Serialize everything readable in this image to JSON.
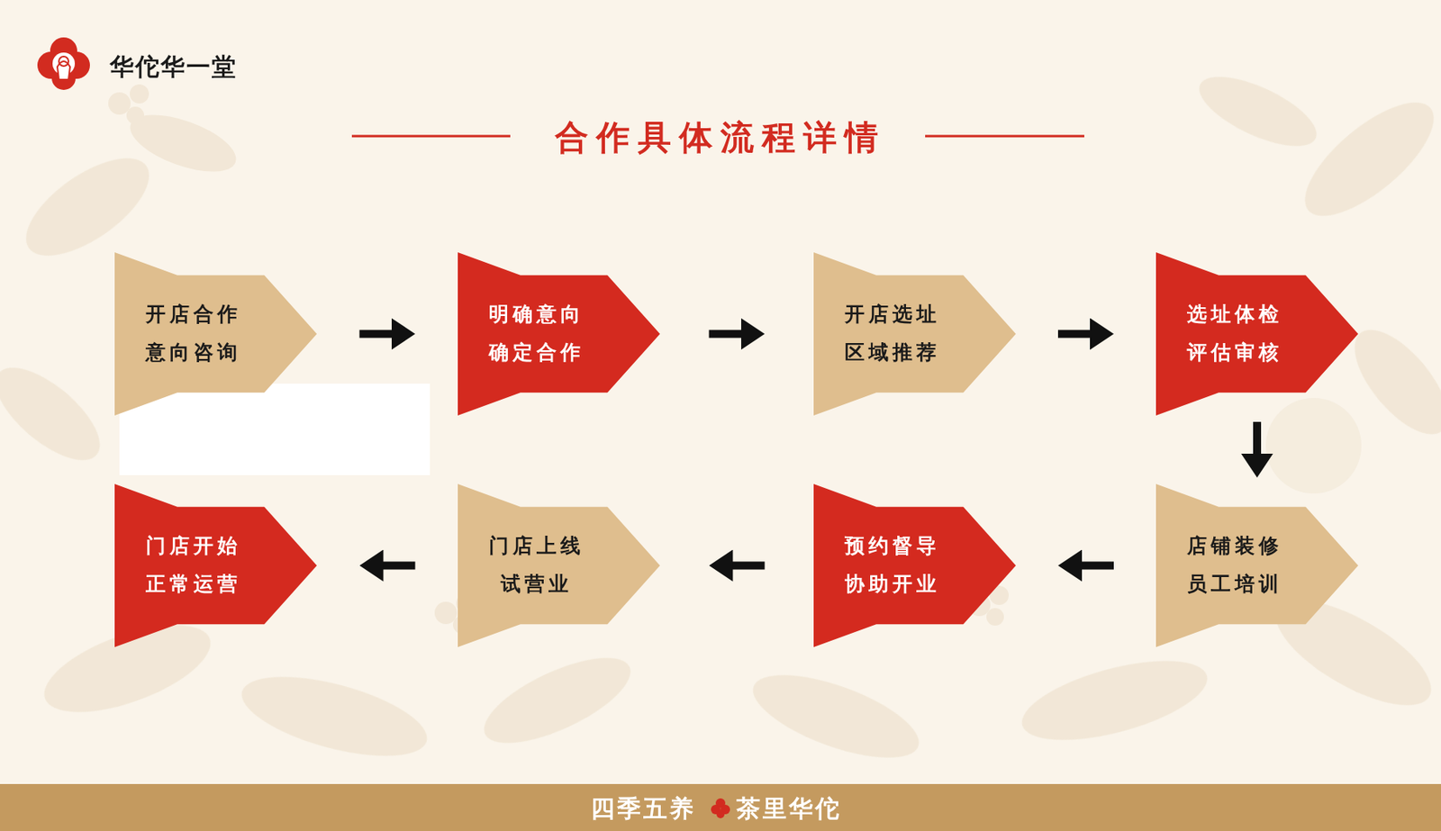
{
  "diagram": {
    "title": "合作具体流程详情",
    "nodes": [
      {
        "text": [
          "开店合作 意向咨询"
        ]
      },
      {
        "text": [
          "明确意向 确定合作"
        ]
      },
      {
        "text": [
          "开店选址 区域推荐"
        ]
      },
      {
        "text": [
          "选址体检 评估审核"
        ]
      },
      {
        "text": [
          "店铺装修 员工培训"
        ]
      },
      {
        "text": [
          "预约督导 协助开业"
        ]
      },
      {
        "text": [
          "门店上线 试营业"
        ]
      },
      {
        "text": [
          "门店开始 正常运营"
        ]
      }
    ],
    "edges": [
      {
        "from": 0,
        "to": 1,
        "arrow": "to"
      },
      {
        "from": 1,
        "to": 2,
        "arrow": "to"
      },
      {
        "from": 2,
        "to": 3,
        "arrow": "to"
      },
      {
        "from": 3,
        "to": 4,
        "arrow": "to"
      },
      {
        "from": 4,
        "to": 5,
        "arrow": "to"
      },
      {
        "from": 5,
        "to": 6,
        "arrow": "to"
      },
      {
        "from": 6,
        "to": 7,
        "arrow": "to"
      }
    ],
    "labels": [
      "华佗华一堂",
      "四季五养",
      "茶里华佗"
    ]
  }
}
